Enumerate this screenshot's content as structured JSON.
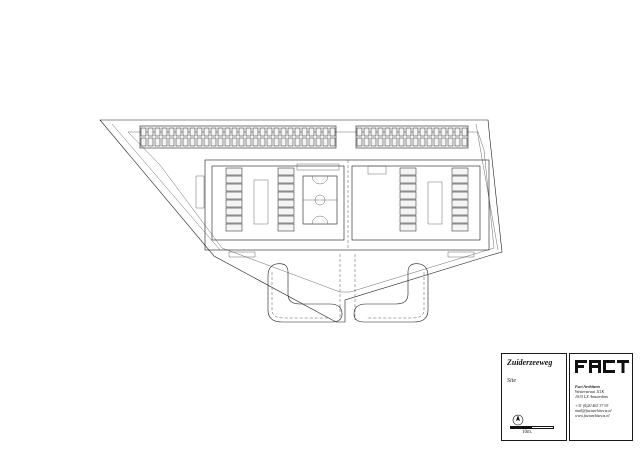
{
  "title_block": {
    "project": "Zuiderzeeweg",
    "sheet": "Site",
    "scale_label": "10m."
  },
  "office": {
    "logo_text": "FACT",
    "name": "Fact Architects",
    "street": "Westerstraat 111K",
    "city": "1015 LX Amsterdam",
    "phone": "+31 (0)20 463 37 93",
    "email": "mail@factarchitects.nl",
    "web": "www.factarchitects.nl"
  },
  "colors": {
    "line": "#1a1a1a",
    "paper": "#ffffff"
  }
}
